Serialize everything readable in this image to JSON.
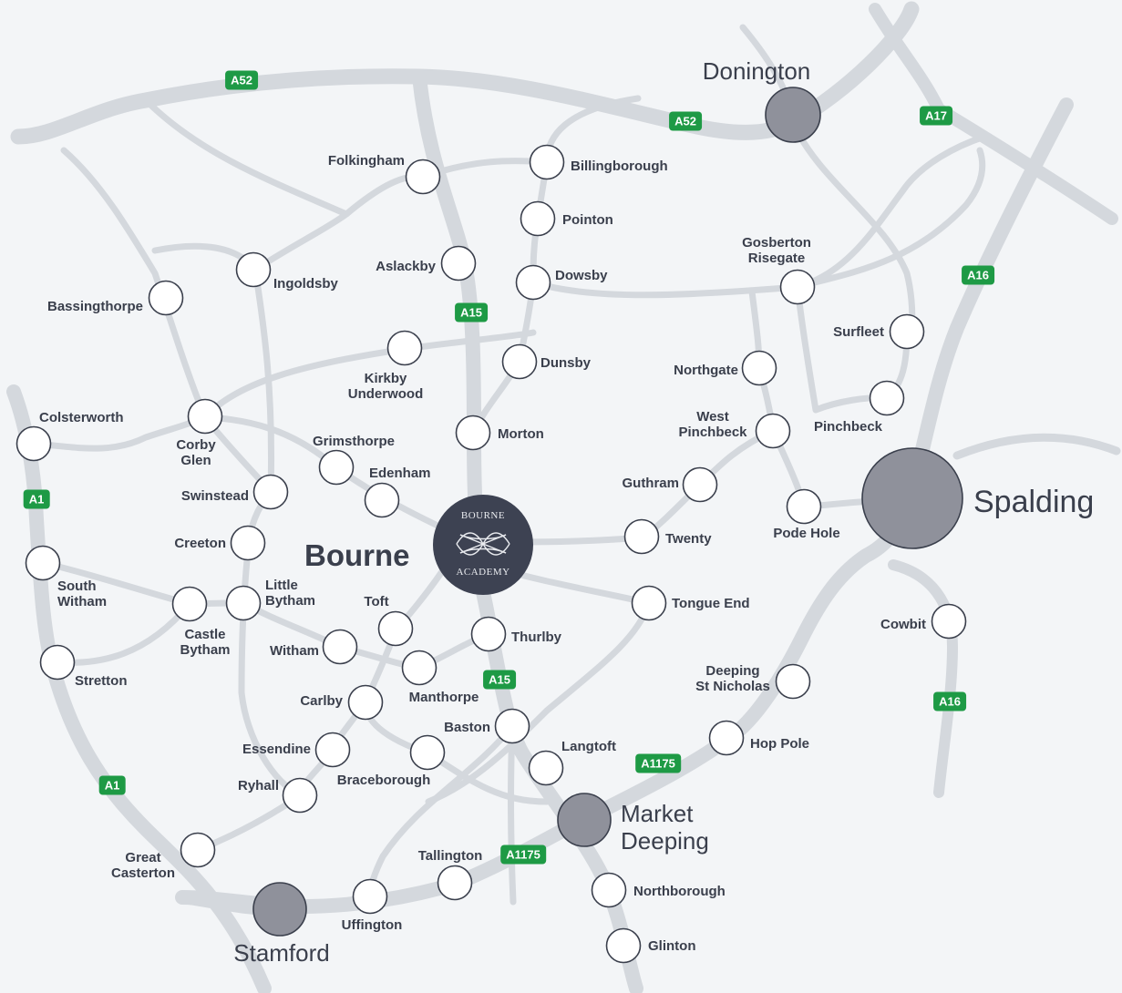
{
  "map": {
    "colors": {
      "background": "#f3f5f7",
      "road": "#d4d8dd",
      "village_fill": "#ffffff",
      "village_stroke": "#3a3f4c",
      "town_fill": "#8f919b",
      "label": "#3a3f4c",
      "road_badge": "#1e9a45",
      "academy_fill": "#3d4252"
    },
    "academy": {
      "name": "Bourne",
      "logo_top": "BOURNE",
      "logo_bottom": "ACADEMY",
      "logo_icon": "knot-emblem-icon"
    },
    "towns": [
      {
        "id": "donington",
        "name": "Donington"
      },
      {
        "id": "spalding",
        "name": "Spalding"
      },
      {
        "id": "market-deeping",
        "name": "Market\nDeeping"
      },
      {
        "id": "stamford",
        "name": "Stamford"
      }
    ],
    "villages": [
      {
        "id": "folkingham",
        "name": "Folkingham"
      },
      {
        "id": "billingborough",
        "name": "Billingborough"
      },
      {
        "id": "pointon",
        "name": "Pointon"
      },
      {
        "id": "aslackby",
        "name": "Aslackby"
      },
      {
        "id": "dowsby",
        "name": "Dowsby"
      },
      {
        "id": "ingoldsby",
        "name": "Ingoldsby"
      },
      {
        "id": "bassingthorpe",
        "name": "Bassingthorpe"
      },
      {
        "id": "gosberton-risegate",
        "name": "Gosberton\nRisegate"
      },
      {
        "id": "surfleet",
        "name": "Surfleet"
      },
      {
        "id": "kirkby-underwood",
        "name": "Kirkby\nUnderwood"
      },
      {
        "id": "dunsby",
        "name": "Dunsby"
      },
      {
        "id": "northgate",
        "name": "Northgate"
      },
      {
        "id": "pinchbeck",
        "name": "Pinchbeck"
      },
      {
        "id": "colsterworth",
        "name": "Colsterworth"
      },
      {
        "id": "corby-glen",
        "name": "Corby\nGlen"
      },
      {
        "id": "morton",
        "name": "Morton"
      },
      {
        "id": "west-pinchbeck",
        "name": "West\nPinchbeck"
      },
      {
        "id": "grimsthorpe",
        "name": "Grimsthorpe"
      },
      {
        "id": "edenham",
        "name": "Edenham"
      },
      {
        "id": "guthram",
        "name": "Guthram"
      },
      {
        "id": "pode-hole",
        "name": "Pode Hole"
      },
      {
        "id": "swinstead",
        "name": "Swinstead"
      },
      {
        "id": "twenty",
        "name": "Twenty"
      },
      {
        "id": "creeton",
        "name": "Creeton"
      },
      {
        "id": "south-witham",
        "name": "South\nWitham"
      },
      {
        "id": "castle-bytham",
        "name": "Castle\nBytham"
      },
      {
        "id": "little-bytham",
        "name": "Little\nBytham"
      },
      {
        "id": "toft",
        "name": "Toft"
      },
      {
        "id": "tongue-end",
        "name": "Tongue End"
      },
      {
        "id": "cowbit",
        "name": "Cowbit"
      },
      {
        "id": "thurlby",
        "name": "Thurlby"
      },
      {
        "id": "witham",
        "name": "Witham"
      },
      {
        "id": "stretton",
        "name": "Stretton"
      },
      {
        "id": "manthorpe",
        "name": "Manthorpe"
      },
      {
        "id": "deeping-st-nicholas",
        "name": "Deeping\nSt Nicholas"
      },
      {
        "id": "carlby",
        "name": "Carlby"
      },
      {
        "id": "baston",
        "name": "Baston"
      },
      {
        "id": "essendine",
        "name": "Essendine"
      },
      {
        "id": "braceborough",
        "name": "Braceborough"
      },
      {
        "id": "langtoft",
        "name": "Langtoft"
      },
      {
        "id": "hop-pole",
        "name": "Hop Pole"
      },
      {
        "id": "ryhall",
        "name": "Ryhall"
      },
      {
        "id": "great-casterton",
        "name": "Great\nCasterton"
      },
      {
        "id": "tallington",
        "name": "Tallington"
      },
      {
        "id": "uffington",
        "name": "Uffington"
      },
      {
        "id": "northborough",
        "name": "Northborough"
      },
      {
        "id": "glinton",
        "name": "Glinton"
      }
    ],
    "road_labels": [
      {
        "id": "a52-west",
        "name": "A52"
      },
      {
        "id": "a52-east",
        "name": "A52"
      },
      {
        "id": "a17",
        "name": "A17"
      },
      {
        "id": "a16-north",
        "name": "A16"
      },
      {
        "id": "a15-north",
        "name": "A15"
      },
      {
        "id": "a1-north",
        "name": "A1"
      },
      {
        "id": "a15-south",
        "name": "A15"
      },
      {
        "id": "a16-south",
        "name": "A16"
      },
      {
        "id": "a1175-east",
        "name": "A1175"
      },
      {
        "id": "a1-south",
        "name": "A1"
      },
      {
        "id": "a1175-west",
        "name": "A1175"
      }
    ]
  }
}
